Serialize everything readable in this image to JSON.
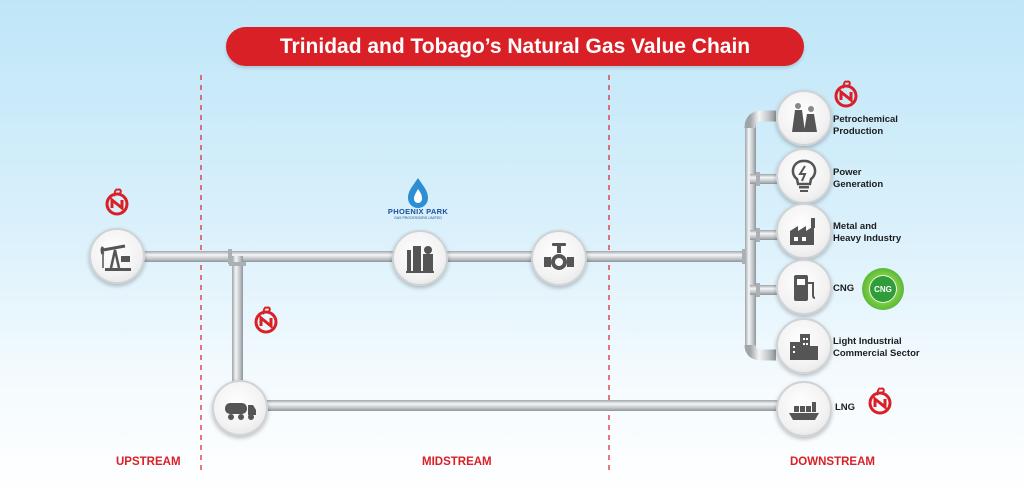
{
  "title": "Trinidad and Tobago’s Natural Gas Value Chain",
  "stages": {
    "upstream": "UPSTREAM",
    "midstream": "MIDSTREAM",
    "downstream": "DOWNSTREAM"
  },
  "phoenix_park": {
    "name": "PHOENIX PARK",
    "subtitle": "GAS PROCESSORS LIMITED"
  },
  "nodes": {
    "wellhead": {
      "icon": "oil-pump-jack-icon"
    },
    "gas_processing": {
      "icon": "gas-processing-plant-icon"
    },
    "valve": {
      "icon": "pipeline-valve-icon"
    },
    "truck": {
      "icon": "tanker-truck-icon"
    }
  },
  "outputs": [
    {
      "icon": "petrochemical-plant-icon",
      "line1": "Petrochemical",
      "line2": "Production"
    },
    {
      "icon": "light-bulb-icon",
      "line1": "Power",
      "line2": "Generation"
    },
    {
      "icon": "factory-icon",
      "line1": "Metal and",
      "line2": "Heavy Industry"
    },
    {
      "icon": "fuel-pump-icon",
      "line1": "CNG",
      "line2": ""
    },
    {
      "icon": "buildings-icon",
      "line1": "Light Industrial",
      "line2": "Commercial Sector"
    },
    {
      "icon": "lng-ship-icon",
      "line1": "LNG",
      "line2": ""
    }
  ],
  "cng_badge": "CNG",
  "colors": {
    "accent": "#d92027",
    "pipe": "#c4c9cd",
    "phoenix_blue": "#1d4fa0",
    "cng_green": "#2e9d3a"
  }
}
